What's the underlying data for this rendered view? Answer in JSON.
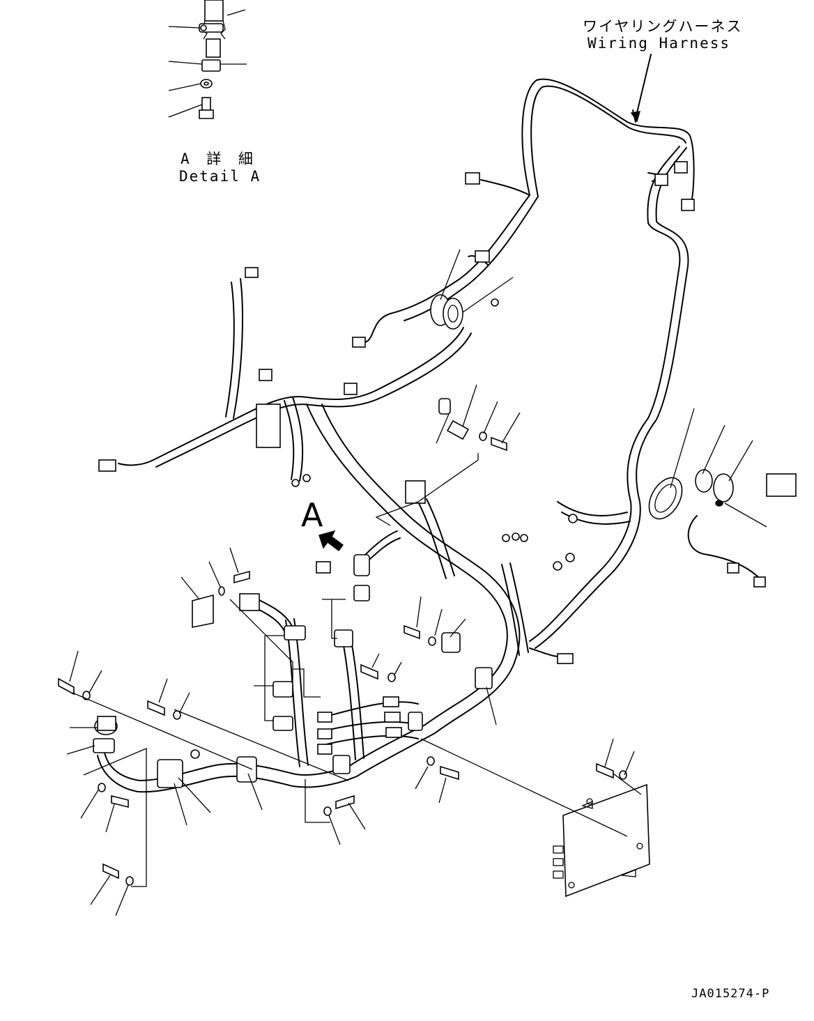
{
  "drawing": {
    "harness_label_jp": "ワイヤリングハーネス",
    "harness_label_en": "Wiring Harness",
    "detail_label_jp": "A 詳 細",
    "detail_label_en": "Detail A",
    "view_marker": "A",
    "drawing_code": "JA015274-P"
  }
}
